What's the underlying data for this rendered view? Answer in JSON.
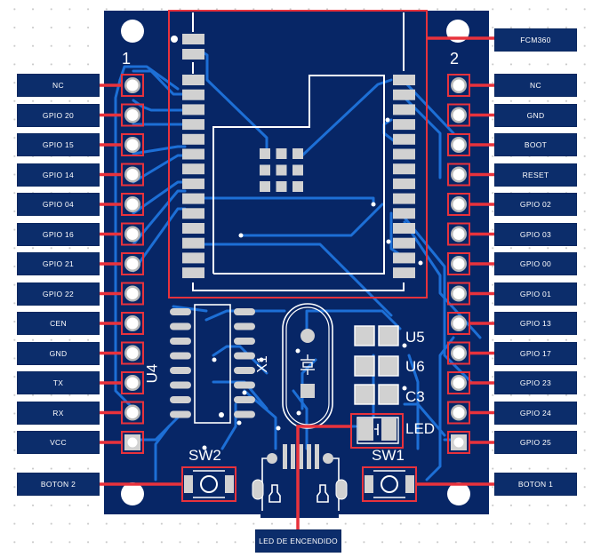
{
  "diagram": {
    "title": "FCM360 breakout board pinout",
    "colors": {
      "board": "#072666",
      "trace": "#1d6fd6",
      "pad": "#d1d1d1",
      "silkscreen": "#ffffff",
      "highlight": "#e8323c",
      "label_bg": "#0c2d6b"
    },
    "header_left": {
      "number": "1",
      "pins": [
        "NC",
        "GPIO 20",
        "GPIO 15",
        "GPIO 14",
        "GPIO 04",
        "GPIO  16",
        "GPIO 21",
        "GPIO 22",
        "CEN",
        "GND",
        "TX",
        "RX",
        "VCC"
      ]
    },
    "header_right": {
      "number": "2",
      "pins": [
        "NC",
        "GND",
        "BOOT",
        "RESET",
        "GPIO 02",
        "GPIO 03",
        "GPIO 00",
        "GPIO 01",
        "GPIO 13",
        "GPIO 17",
        "GPIO 23",
        "GPIO 24",
        "GPIO 25"
      ]
    },
    "callouts": {
      "module": "FCM360",
      "button_left": "BOTON 2",
      "button_right": "BOTON 1",
      "power_led": "LED DE ENCENDIDO"
    },
    "silkscreen": {
      "u4": "U4",
      "x1": "X1",
      "u5": "U5",
      "u6": "U6",
      "c3": "C3",
      "led": "LED",
      "sw1": "SW1",
      "sw2": "SW2"
    }
  }
}
